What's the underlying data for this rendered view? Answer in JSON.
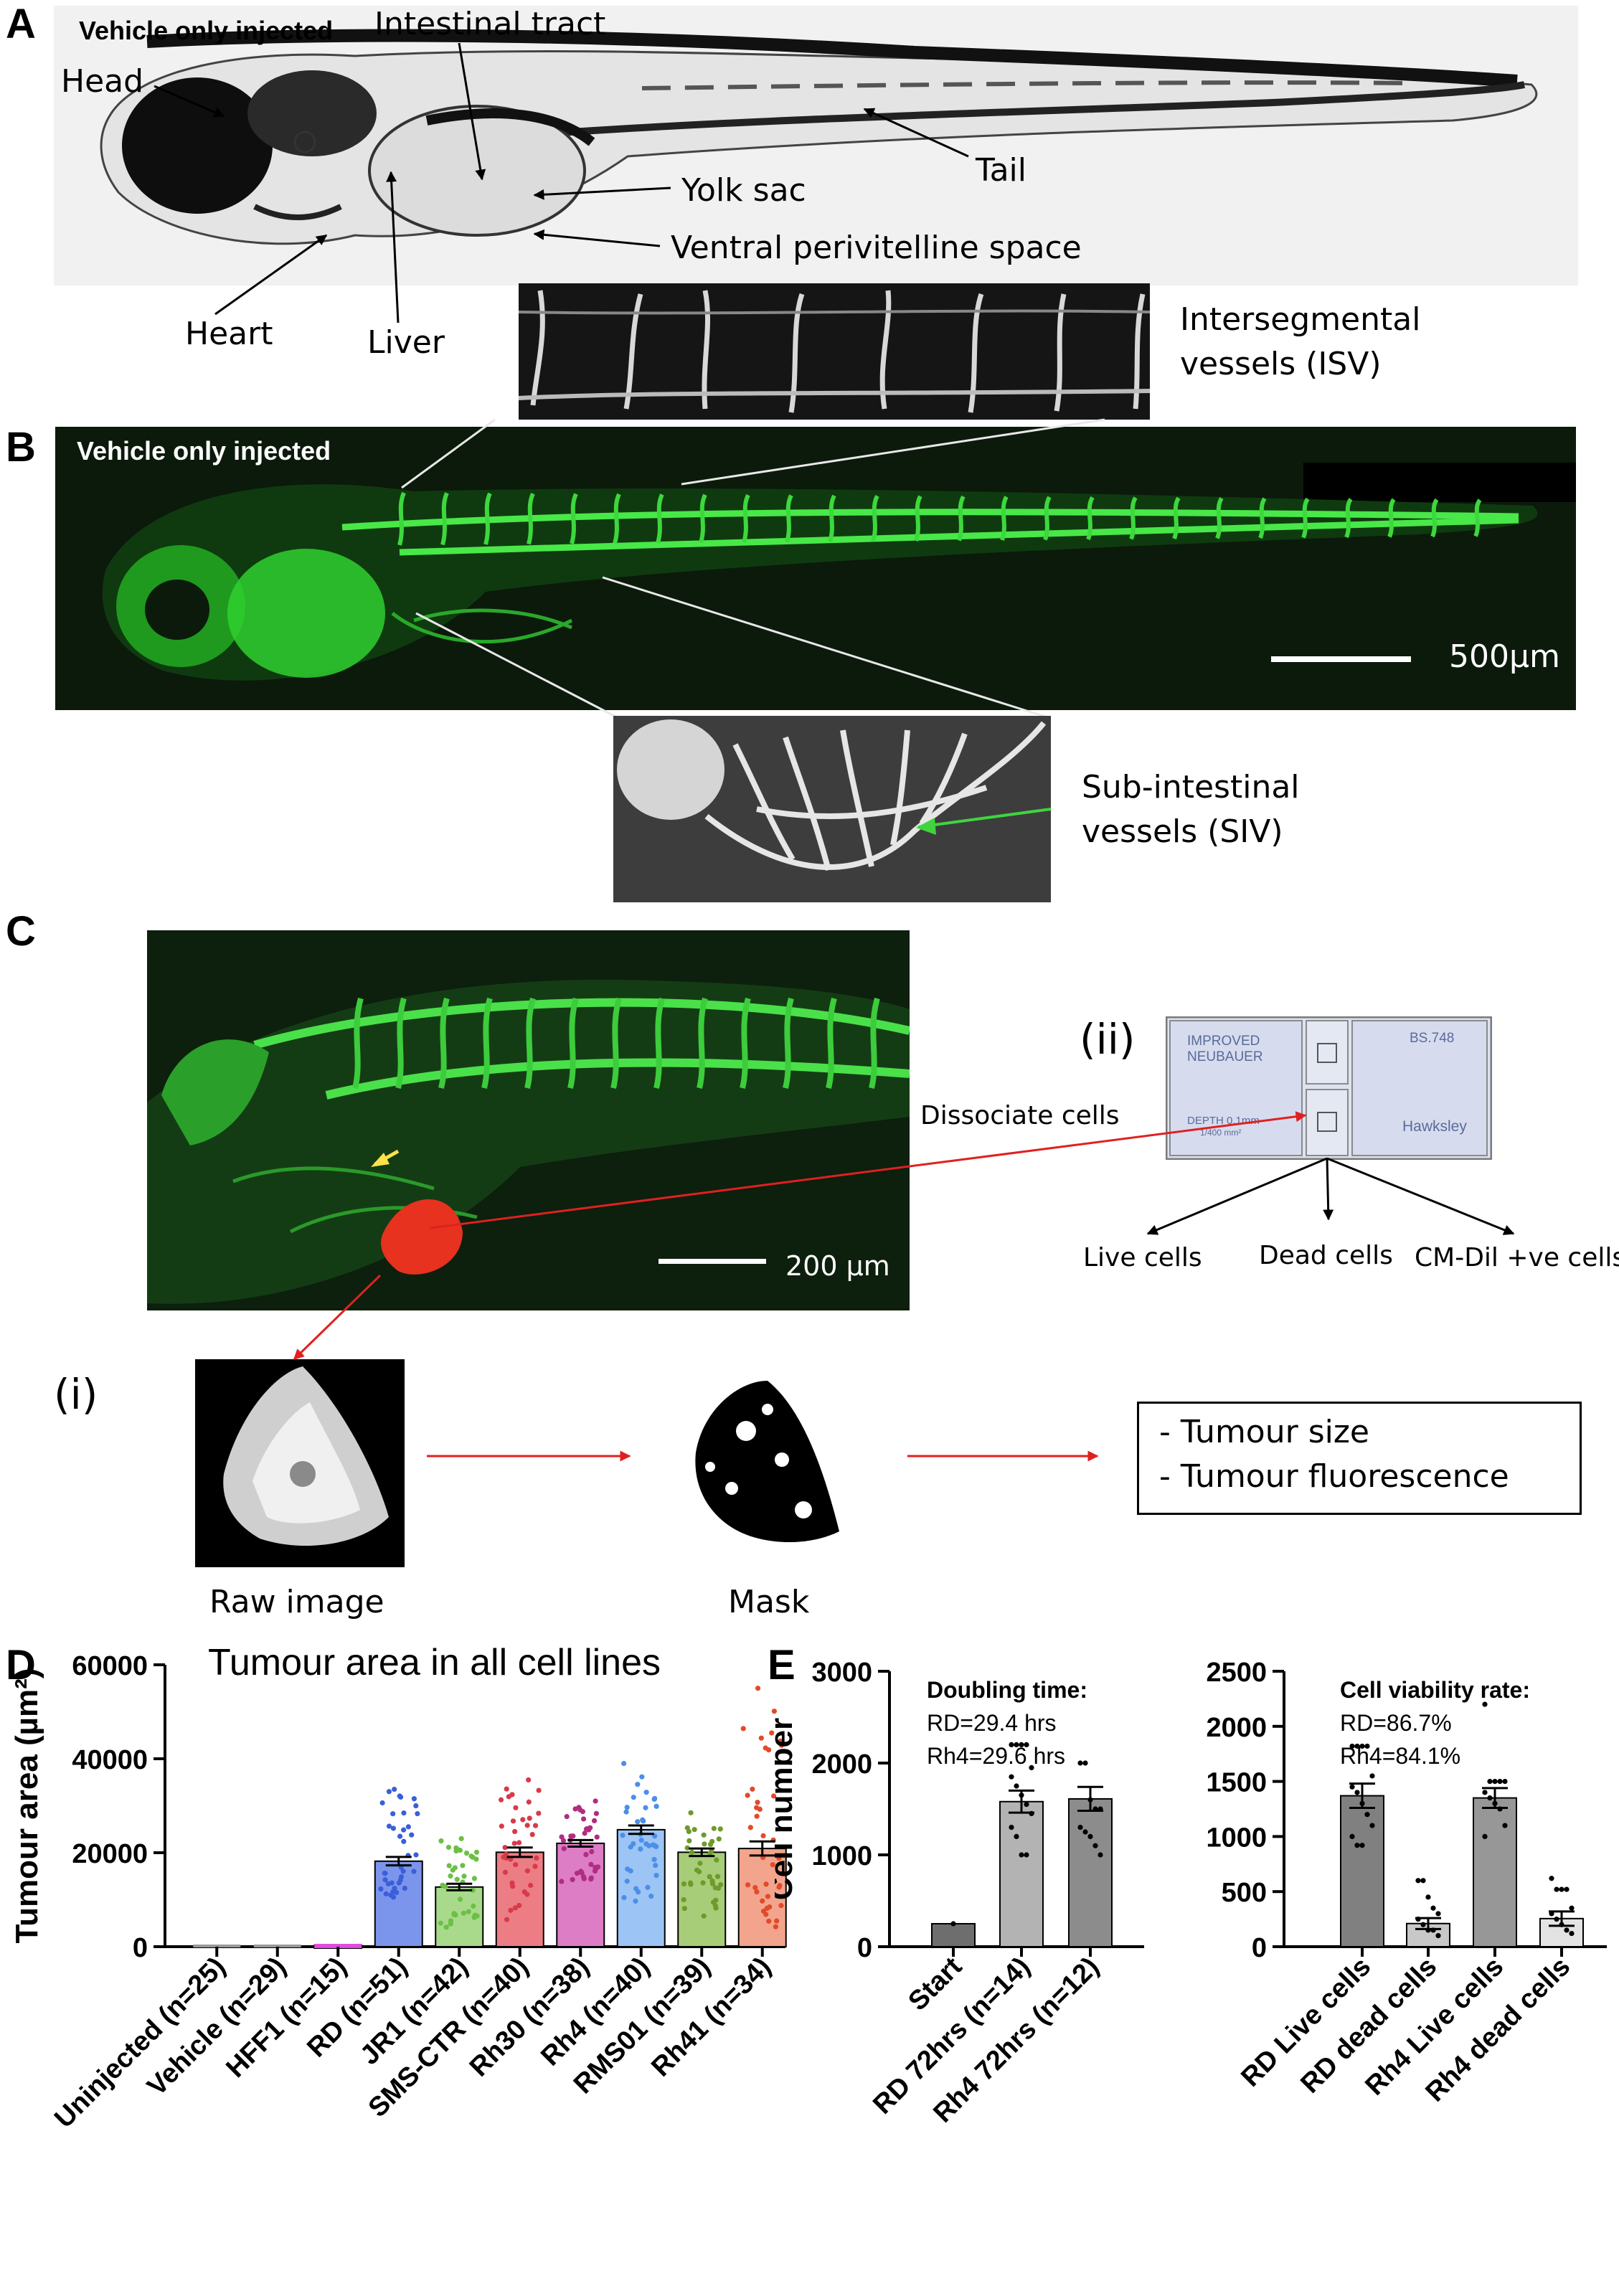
{
  "panel_a": {
    "letter": "A",
    "condition": "Vehicle only injected",
    "labels": {
      "head": "Head",
      "intestinal_tract": "Intestinal tract",
      "yolk_sac": "Yolk sac",
      "tail": "Tail",
      "ventral_space": "Ventral perivitelline space",
      "heart": "Heart",
      "liver": "Liver"
    }
  },
  "panel_b": {
    "letter": "B",
    "condition": "Vehicle only injected",
    "isv_line1": "Intersegmental",
    "isv_line2": "vessels (ISV)",
    "scale": "500µm",
    "siv_line1": "Sub-intestinal",
    "siv_line2": "vessels (SIV)"
  },
  "panel_c": {
    "letter": "C",
    "scale": "200 µm",
    "sub_ii": "(ii)",
    "sub_i": "(i)",
    "dissociate": "Dissociate cells",
    "hemocytometer": {
      "improved": "IMPROVED",
      "neubauer": "NEUBAUER",
      "depth": "DEPTH 0.1mm",
      "area": "1/400 mm²",
      "bs": "BS.748",
      "maker": "Hawksley"
    },
    "outcomes": [
      "Live cells",
      "Dead cells",
      "CM-Dil +ve cells"
    ],
    "raw_image": "Raw image",
    "mask": "Mask",
    "measures": [
      "-   Tumour size",
      "-   Tumour fluorescence"
    ]
  },
  "panel_d": {
    "letter": "D"
  },
  "panel_e": {
    "letter": "E"
  },
  "chart_data": [
    {
      "id": "D",
      "type": "bar",
      "title": "Tumour area in all cell lines",
      "ylabel": "Tumour area (µm²)",
      "ylim": [
        0,
        60000
      ],
      "yticks": [
        0,
        20000,
        40000,
        60000
      ],
      "categories": [
        "Uninjected (n=25)",
        "Vehicle (n=29)",
        "HFF1 (n=15)",
        "RD (n=51)",
        "JR1 (n=42)",
        "SMS-CTR (n=40)",
        "Rh30 (n=38)",
        "Rh4 (n=40)",
        "RMS01 (n=39)",
        "Rh41 (n=34)"
      ],
      "values": [
        0,
        0,
        300,
        18200,
        12700,
        20100,
        22000,
        24900,
        20100,
        20900
      ],
      "sem": [
        0,
        0,
        0,
        900,
        700,
        1000,
        700,
        900,
        800,
        1500
      ],
      "ranges": [
        [
          0,
          0
        ],
        [
          0,
          0
        ],
        [
          0,
          0
        ],
        [
          8000,
          33500
        ],
        [
          3500,
          23000
        ],
        [
          5000,
          35500
        ],
        [
          13000,
          31000
        ],
        [
          8000,
          39000
        ],
        [
          5000,
          28500
        ],
        [
          2500,
          55000
        ]
      ],
      "colors": [
        "#999999",
        "#999999",
        "#e040e0",
        "#3a5fd9",
        "#6dbf45",
        "#d83a4a",
        "#b02d80",
        "#4a8fe8",
        "#6f9a2c",
        "#e24a2a"
      ],
      "bar_colors": [
        "#bbbbbb",
        "#bbbbbb",
        "#f08cf0",
        "#7c95ec",
        "#a9da8c",
        "#ec7d85",
        "#dd7dc6",
        "#9cc5f5",
        "#a8cd78",
        "#f2a58c"
      ]
    },
    {
      "id": "E1",
      "type": "bar",
      "ylabel": "Cell number",
      "ylim": [
        0,
        3000
      ],
      "yticks": [
        0,
        1000,
        2000,
        3000
      ],
      "categories": [
        "Start",
        "RD 72hrs (n=14)",
        "Rh4 72hrs (n=12)"
      ],
      "values": [
        250,
        1580,
        1610
      ],
      "sem": [
        0,
        120,
        130
      ],
      "points": [
        [
          250
        ],
        [
          2200,
          2200,
          2200,
          2200,
          1950,
          1850,
          1750,
          1650,
          1550,
          1450,
          1300,
          1200,
          1000,
          1000
        ],
        [
          2000,
          2000,
          1600,
          1500,
          1500,
          1300,
          1250,
          1200,
          1100,
          1000
        ]
      ],
      "annotation": [
        "Doubling time:",
        "RD=29.4 hrs",
        "Rh4=29.6 hrs"
      ]
    },
    {
      "id": "E2",
      "type": "bar",
      "ylim": [
        0,
        2500
      ],
      "yticks": [
        0,
        500,
        1000,
        1500,
        2000,
        2500
      ],
      "categories": [
        "RD Live cells",
        "RD dead cells",
        "Rh4 Live cells",
        "Rh4 dead cells"
      ],
      "values": [
        1370,
        210,
        1350,
        255
      ],
      "sem": [
        110,
        50,
        90,
        65
      ],
      "points": [
        [
          1820,
          1820,
          1820,
          1820,
          1550,
          1450,
          1400,
          1300,
          1200,
          1100,
          1000,
          920,
          920
        ],
        [
          600,
          600,
          450,
          350,
          300,
          250,
          200,
          150,
          150,
          100
        ],
        [
          2200,
          1500,
          1500,
          1500,
          1500,
          1400,
          1350,
          1300,
          1250,
          1100,
          1000
        ],
        [
          620,
          520,
          520,
          520,
          350,
          300,
          250,
          200,
          150,
          120
        ]
      ],
      "bar_colors": [
        "#808080",
        "#c8c8c8",
        "#979797",
        "#e3e3e3"
      ],
      "annotation": [
        "Cell viability rate:",
        "RD=86.7%",
        "Rh4=84.1%"
      ]
    }
  ]
}
